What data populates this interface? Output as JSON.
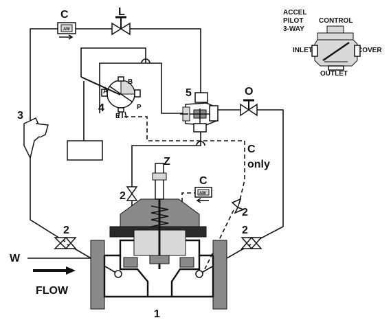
{
  "labels": {
    "c_top": "C",
    "l_top": "L",
    "three": "3",
    "four": "4",
    "five": "5",
    "o": "O",
    "z": "Z",
    "c_mid": "C",
    "c_only_c": "C",
    "c_only_only": "only",
    "two_left_upper": "2",
    "two_right_upper": "2",
    "two_left_lower": "2",
    "two_right_lower": "2",
    "w": "W",
    "flow": "FLOW",
    "one": "1",
    "port_a": "A",
    "port_b": "B",
    "port_e": "E",
    "port_p": "P",
    "aw_top": "AW",
    "aw_mid": "AW"
  },
  "pilot_inset": {
    "title_line1": "ACCEL",
    "title_line2": "PILOT",
    "title_line3": "3-WAY",
    "control": "CONTROL",
    "inlet": "INLET",
    "cover": "COVER",
    "outlet": "OUTLET"
  }
}
